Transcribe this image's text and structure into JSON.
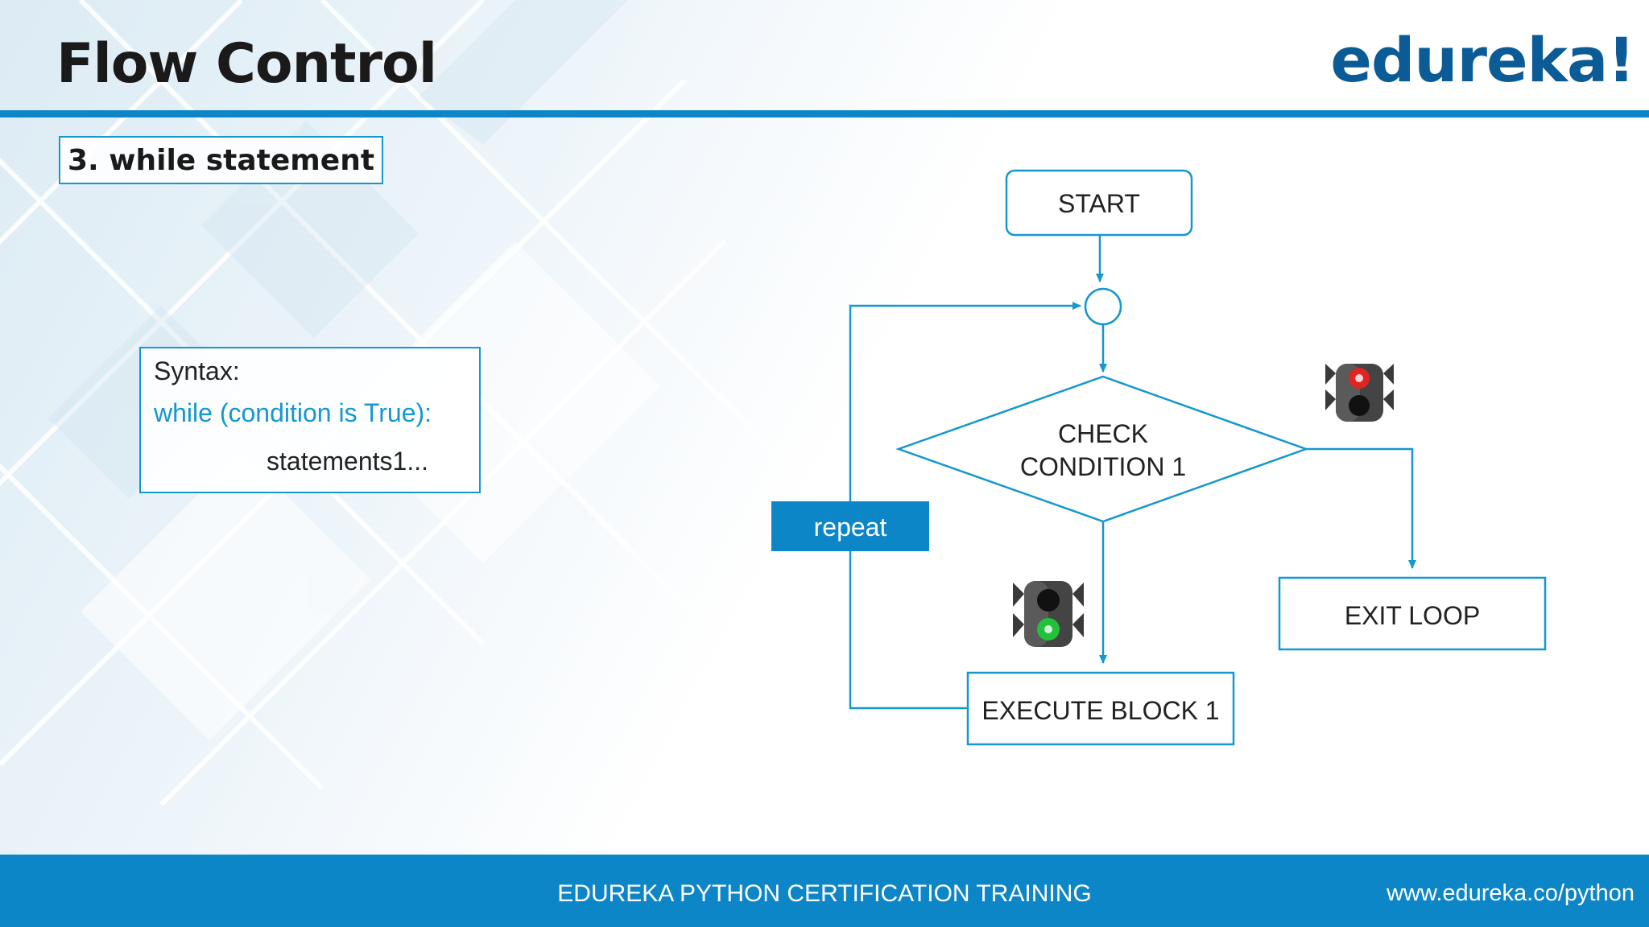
{
  "header": {
    "title": "Flow Control",
    "logo": "edureka!"
  },
  "section": {
    "subtitle": "3. while statement"
  },
  "syntax": {
    "label": "Syntax:",
    "code_line": "while (condition is True):",
    "body_line": "statements1..."
  },
  "flowchart": {
    "start": "START",
    "condition_line1": "CHECK",
    "condition_line2": "CONDITION 1",
    "repeat": "repeat",
    "exit": "EXIT LOOP",
    "execute": "EXECUTE BLOCK 1",
    "icons": [
      "traffic-light-red-icon",
      "traffic-light-green-icon"
    ]
  },
  "footer": {
    "center": "EDUREKA PYTHON CERTIFICATION TRAINING",
    "url": "www.edureka.co/python"
  },
  "colors": {
    "accent": "#0d86c8",
    "line": "#1597cf",
    "logo": "#0b5b96"
  }
}
